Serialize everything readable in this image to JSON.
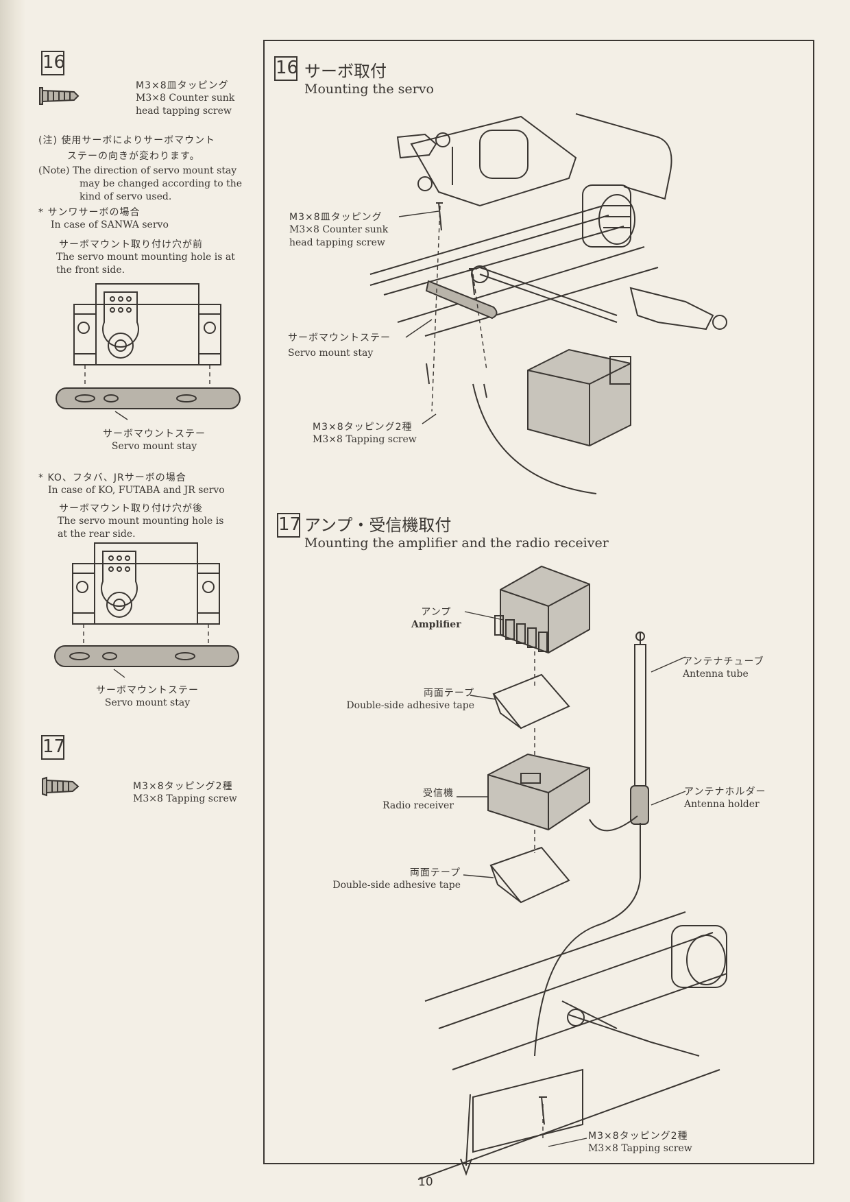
{
  "left": {
    "step16": {
      "num": "16",
      "screw_jp": "M3×8皿タッピング",
      "screw_en1": "M3×8 Counter sunk",
      "screw_en2": "head tapping screw",
      "note_jp1": "(注) 使用サーボによりサーボマウント",
      "note_jp2": "ステーの向きが変わります。",
      "note_en1": "(Note) The direction of servo mount stay",
      "note_en2": "may be changed according to the",
      "note_en3": "kind of servo used.",
      "sanwa_jp": "* サンワサーボの場合",
      "sanwa_en": "In case of SANWA servo",
      "front_jp": "サーボマウント取り付け穴が前",
      "front_en1": "The servo mount mounting hole is at",
      "front_en2": "the front side.",
      "stay1_jp": "サーボマウントステー",
      "stay1_en": "Servo mount stay",
      "ko_jp": "* KO、フタバ、JRサーボの場合",
      "ko_en": "In case of KO, FUTABA and JR servo",
      "rear_jp": "サーボマウント取り付け穴が後",
      "rear_en1": "The servo mount mounting hole is",
      "rear_en2": "at the rear side.",
      "stay2_jp": "サーボマウントステー",
      "stay2_en": "Servo mount stay"
    },
    "step17": {
      "num": "17",
      "screw_jp": "M3×8タッピング2種",
      "screw_en": "M3×8 Tapping screw"
    }
  },
  "right": {
    "step16": {
      "num": "16",
      "title_jp": "サーボ取付",
      "title_en": "Mounting the servo",
      "lbl_screw_jp": "M3×8皿タッピング",
      "lbl_screw_en1": "M3×8 Counter sunk",
      "lbl_screw_en2": "head tapping screw",
      "lbl_stay_jp": "サーボマウントステー",
      "lbl_stay_en": "Servo mount stay",
      "lbl_tap_jp": "M3×8タッピング2種",
      "lbl_tap_en": "M3×8 Tapping screw"
    },
    "step17": {
      "num": "17",
      "title_jp": "アンプ・受信機取付",
      "title_en": "Mounting the amplifier and the radio receiver",
      "amp_jp": "アンプ",
      "amp_en": "Amplifier",
      "ant_tube_jp": "アンテナチューブ",
      "ant_tube_en": "Antenna tube",
      "tape1_jp": "両面テープ",
      "tape1_en": "Double-side adhesive tape",
      "rx_jp": "受信機",
      "rx_en": "Radio receiver",
      "ant_holder_jp": "アンテナホルダー",
      "ant_holder_en": "Antenna holder",
      "tape2_jp": "両面テープ",
      "tape2_en": "Double-side adhesive tape",
      "tap_jp": "M3×8タッピング2種",
      "tap_en": "M3×8 Tapping screw"
    }
  },
  "page_number": "10"
}
